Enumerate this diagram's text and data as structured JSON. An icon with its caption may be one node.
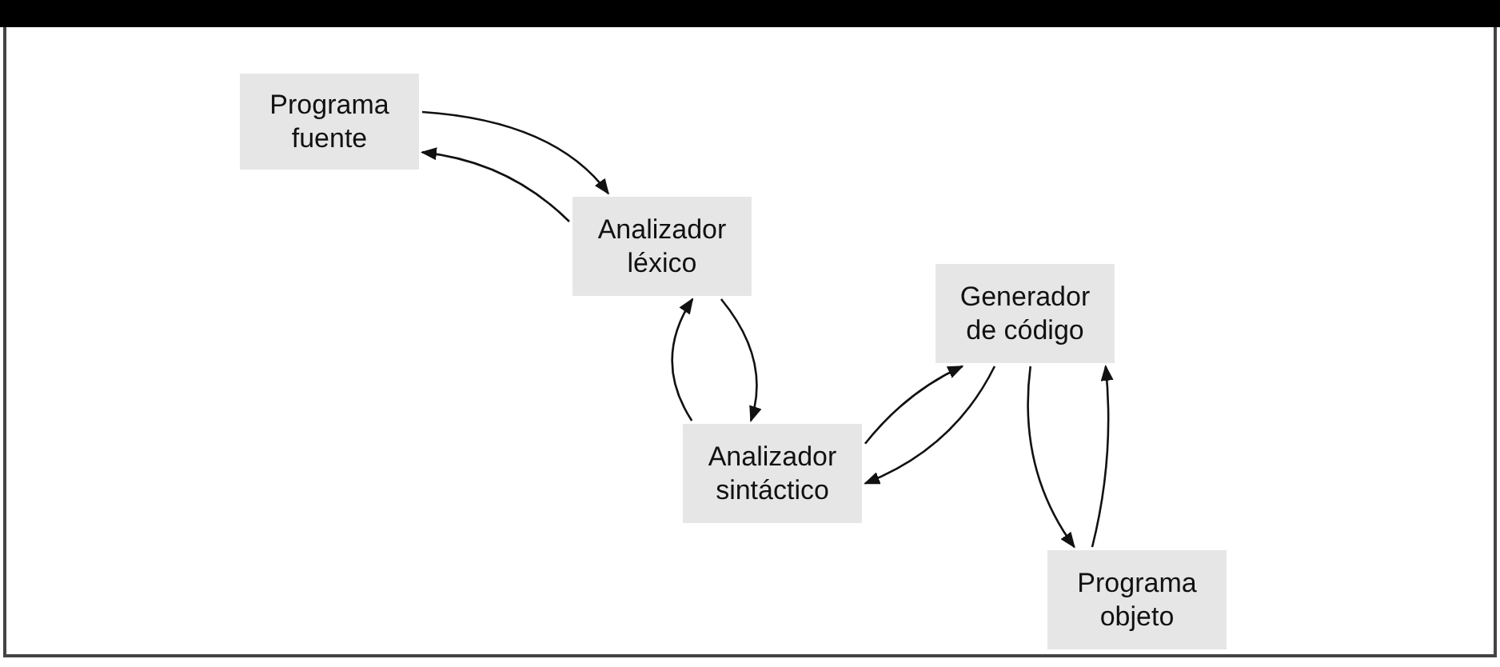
{
  "diagram": {
    "nodes": [
      {
        "text": [
          "Programa fuente"
        ]
      },
      {
        "text": [
          "Analizador léxico"
        ]
      },
      {
        "text": [
          "Generador de código"
        ]
      },
      {
        "text": [
          "Analizador sintáctico"
        ]
      },
      {
        "text": [
          "Programa objeto"
        ]
      }
    ],
    "edges": [
      {
        "from": 0,
        "to": 1,
        "arrow": "to"
      },
      {
        "from": 1,
        "to": 0,
        "arrow": "to"
      },
      {
        "from": 3,
        "to": 1,
        "arrow": "to"
      },
      {
        "from": 1,
        "to": 3,
        "arrow": "to"
      },
      {
        "from": 3,
        "to": 2,
        "arrow": "to"
      },
      {
        "from": 2,
        "to": 3,
        "arrow": "to"
      },
      {
        "from": 2,
        "to": 4,
        "arrow": "to"
      },
      {
        "from": 4,
        "to": 2,
        "arrow": "to"
      }
    ]
  }
}
